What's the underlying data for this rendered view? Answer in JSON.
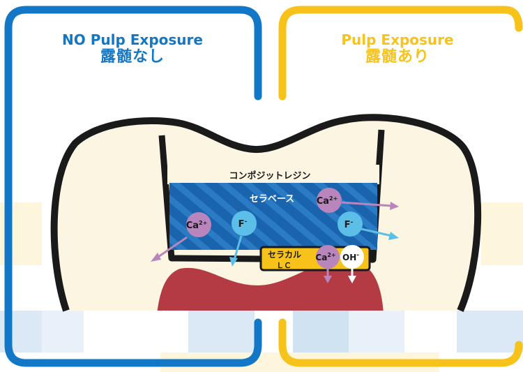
{
  "panels": {
    "left": {
      "title_en": "NO Pulp Exposure",
      "title_jp": "露髄なし"
    },
    "right": {
      "title_en": "Pulp Exposure",
      "title_jp": "露髄あり"
    }
  },
  "layers": {
    "composite": "コンポジットレジン",
    "base": "セラベース",
    "liner_line1": "セラカル",
    "liner_line2": "ＬＣ"
  },
  "ions": {
    "ca_base": "Ca",
    "ca_charge": "2+",
    "f_base": "F",
    "f_charge": "-",
    "oh_base": "OH",
    "oh_charge": "-"
  },
  "colors": {
    "blue": "#1177c6",
    "yellow": "#f7c31b",
    "enamel": "#fbf5e2",
    "base_blue": "#1a63ad",
    "stripe_blue": "#2a7bc4",
    "pulp": "#b43a44",
    "calcium": "#b886bd",
    "fluoride": "#5bbfe8"
  }
}
